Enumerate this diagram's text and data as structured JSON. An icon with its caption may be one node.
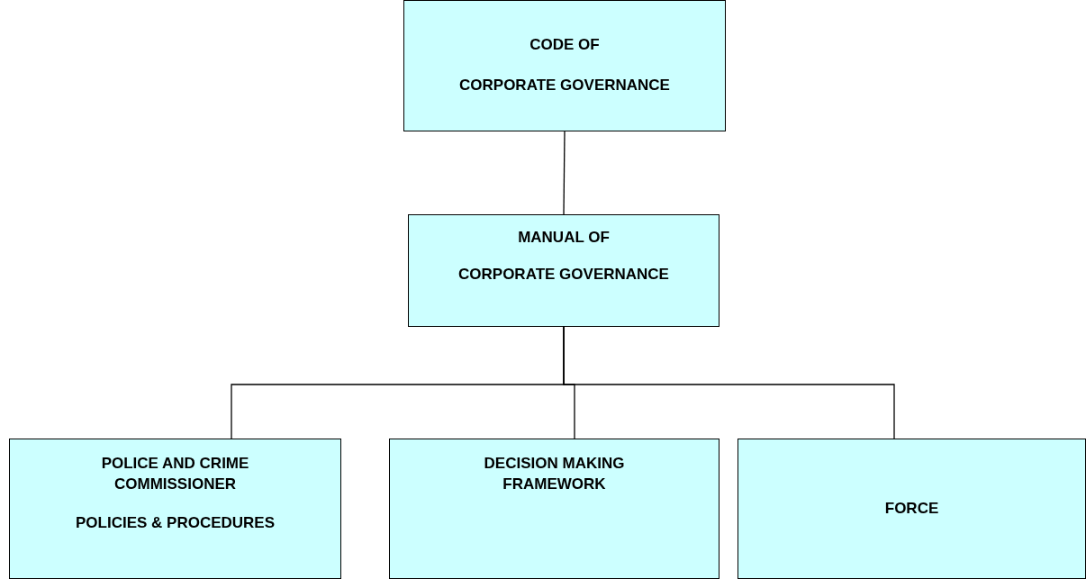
{
  "diagram": {
    "nodes": [
      {
        "text": [
          "CODE OF",
          "CORPORATE GOVERNANCE"
        ]
      },
      {
        "text": [
          "MANUAL OF",
          "CORPORATE GOVERNANCE"
        ]
      },
      {
        "text": [
          "POLICE AND CRIME COMMISSIONER",
          "POLICIES & PROCEDURES"
        ]
      },
      {
        "text": [
          "DECISION MAKING FRAMEWORK"
        ]
      },
      {
        "text": [
          "FORCE"
        ]
      }
    ],
    "edges": [
      {
        "from": 0,
        "to": 1,
        "arrow": "none"
      },
      {
        "from": 1,
        "to": 2,
        "arrow": "none"
      },
      {
        "from": 1,
        "to": 3,
        "arrow": "none"
      },
      {
        "from": 1,
        "to": 4,
        "arrow": "none"
      }
    ]
  }
}
